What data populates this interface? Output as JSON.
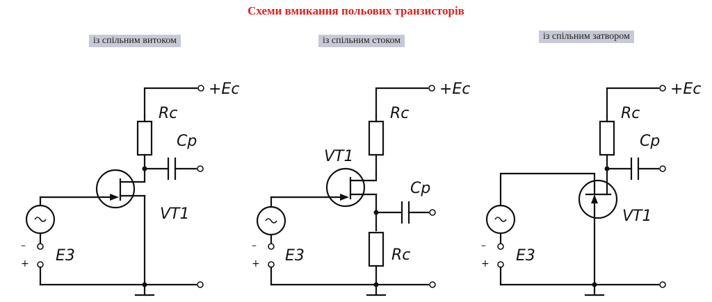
{
  "title": "Схеми вмикання польових транзисторів",
  "circuits": [
    {
      "label": "із спільним витоком",
      "supply": "+Ec",
      "resistor": "Rc",
      "capacitor": "Cp",
      "transistor": "VT1",
      "source": "E3",
      "minus": "–",
      "plus": "+"
    },
    {
      "label": "із спільним стоком",
      "supply": "+Ec",
      "resistor_top": "Rc",
      "resistor_bottom": "Rc",
      "capacitor": "Cp",
      "transistor": "VT1",
      "source": "E3",
      "minus": "–",
      "plus": "+"
    },
    {
      "label": "із спільним затвором",
      "supply": "+Ec",
      "resistor": "Rc",
      "capacitor": "Cp",
      "transistor": "VT1",
      "source": "E3",
      "minus": "–",
      "plus": "+"
    }
  ]
}
